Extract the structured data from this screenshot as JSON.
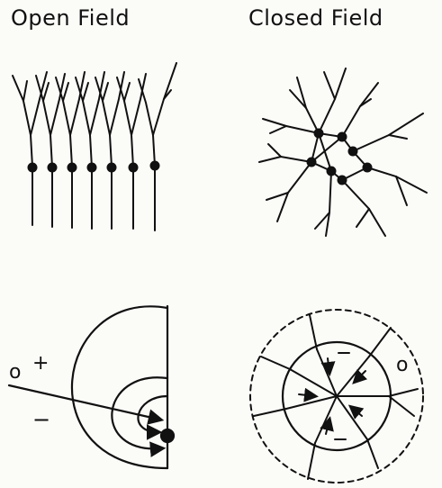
{
  "titles": {
    "open": "Open Field",
    "closed": "Closed Field"
  },
  "open_field_dipole": {
    "plus_label": "+",
    "zero_label": "o",
    "minus_label": "−"
  },
  "closed_field_radial": {
    "zero_label": "o"
  },
  "colors": {
    "ink": "#111111",
    "paper": "#fbfbf8"
  }
}
